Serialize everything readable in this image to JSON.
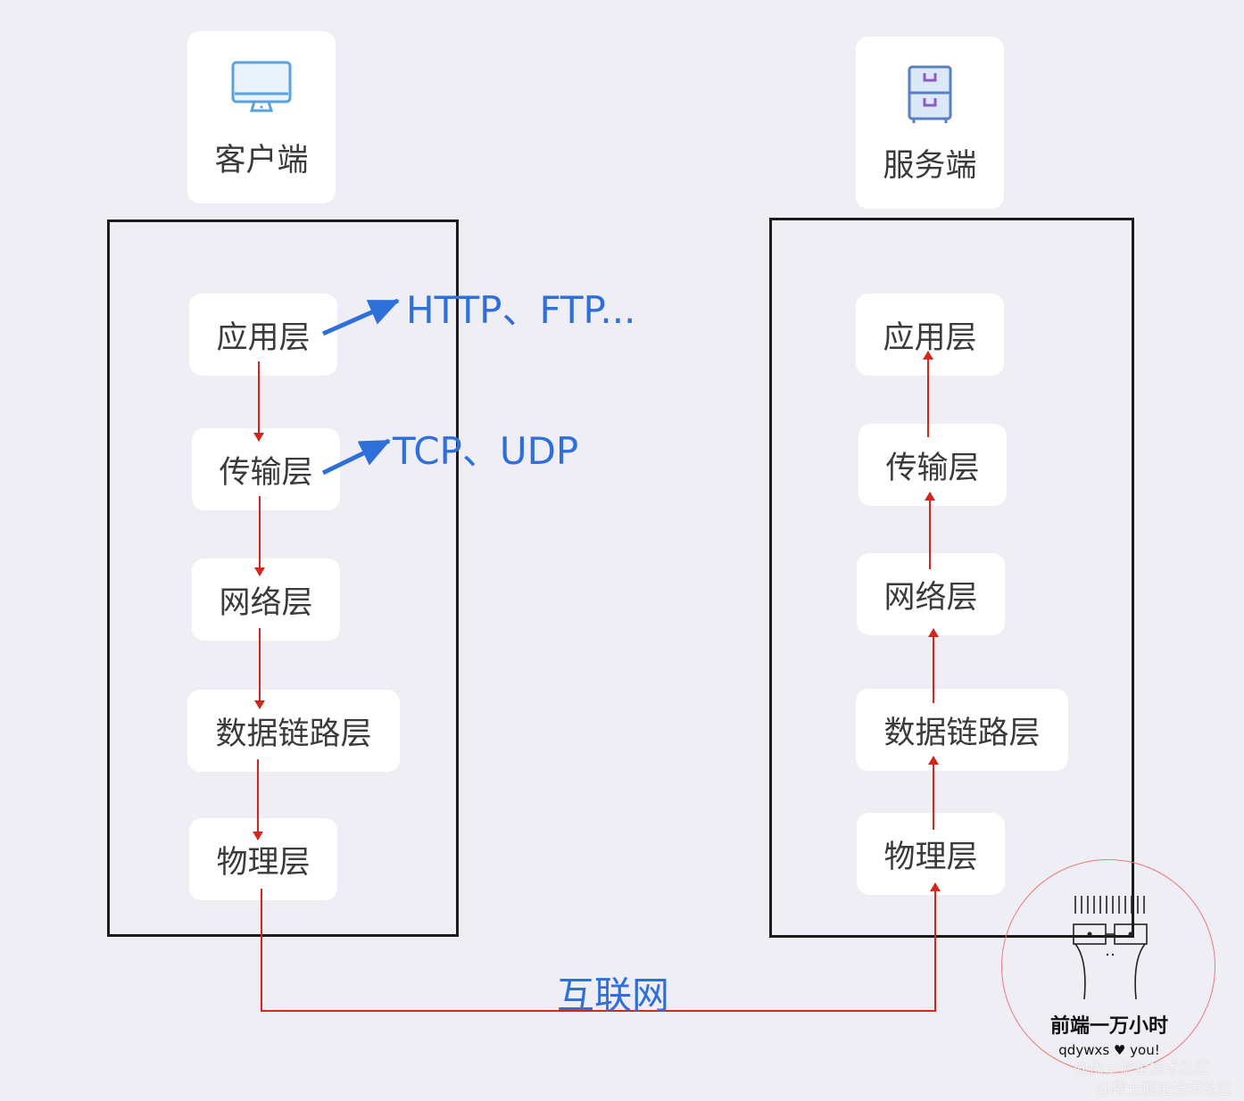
{
  "client": {
    "title": "客户端",
    "layers": [
      "应用层",
      "传输层",
      "网络层",
      "数据链路层",
      "物理层"
    ]
  },
  "server": {
    "title": "服务端",
    "layers": [
      "应用层",
      "传输层",
      "网络层",
      "数据链路层",
      "物理层"
    ]
  },
  "protocols": {
    "application": "HTTP、FTP...",
    "transport": "TCP、UDP"
  },
  "internet_label": "互联网",
  "stamp": {
    "title": "前端一万小时",
    "subtitle": "qdywxs ♥ you!"
  },
  "watermarks": [
    "@稀土掘金技术社区",
    "@稀土掘金技术社区"
  ],
  "colors": {
    "accent_blue": "#2f6fd9",
    "flow_red": "#d4261c",
    "frame": "#1b1b1b",
    "card": "#ffffff",
    "background": "#efeef5"
  },
  "icons": [
    "monitor-icon",
    "filing-cabinet-icon"
  ]
}
